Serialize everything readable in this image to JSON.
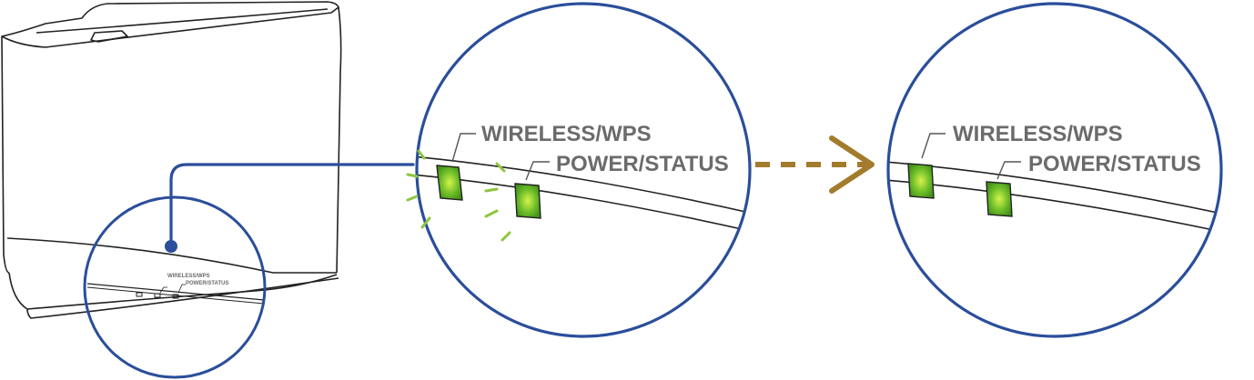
{
  "labels": {
    "wireless": "WIRELESS/WPS",
    "power": "POWER/STATUS"
  },
  "colors": {
    "circle_stroke": "#2a4e9a",
    "led_fill": "#5aa51e",
    "led_glow": "#c8ec4a",
    "flash_marks": "#8cc63e",
    "arrow": "#a27b2c",
    "label_text": "#6b6b6b",
    "device_outline": "#222222"
  },
  "leds": {
    "left_panel": {
      "wireless": "blinking",
      "power": "on"
    },
    "right_panel": {
      "wireless": "on",
      "power": "on"
    }
  },
  "icons": {
    "transition": "dashed-arrow-right-icon",
    "blink": "flash-marks-icon"
  }
}
